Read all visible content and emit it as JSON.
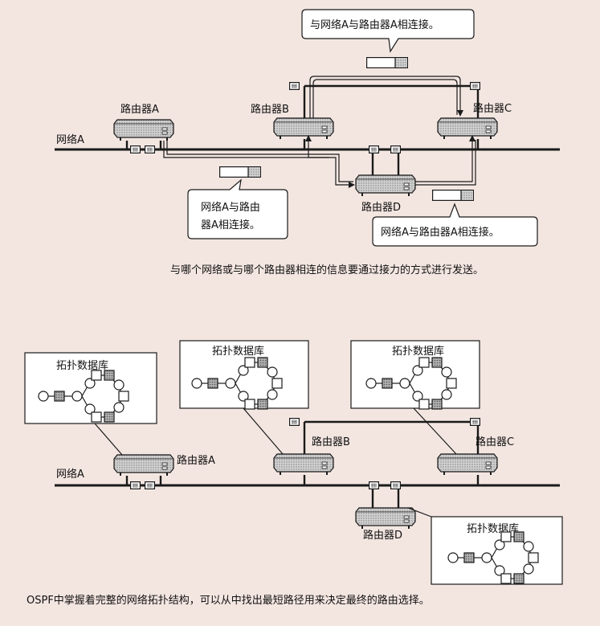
{
  "network_label": "网络A",
  "routers": {
    "a": "路由器A",
    "b": "路由器B",
    "c": "路由器C",
    "d": "路由器D"
  },
  "callouts": {
    "top": "与网络A与路由器A相连接。",
    "left_line1": "网络A与路由",
    "left_line2": "器A相连接。",
    "right": "网络A与路由器A相连接。"
  },
  "captions": {
    "relay": "与哪个网络或与哪个路由器相连的信息要通过接力的方式进行发送。",
    "ospf": "OSPF中掌握着完整的网络拓扑结构，可以从中找出最短路径用来决定最终的路由选择。"
  },
  "topology_db_title": "拓扑数据库",
  "colors": {
    "background": "#f3e6e1",
    "line": "#1a1a1a",
    "router_fill": "#bdbdbd",
    "packet_fill": "#9e9e9e"
  }
}
